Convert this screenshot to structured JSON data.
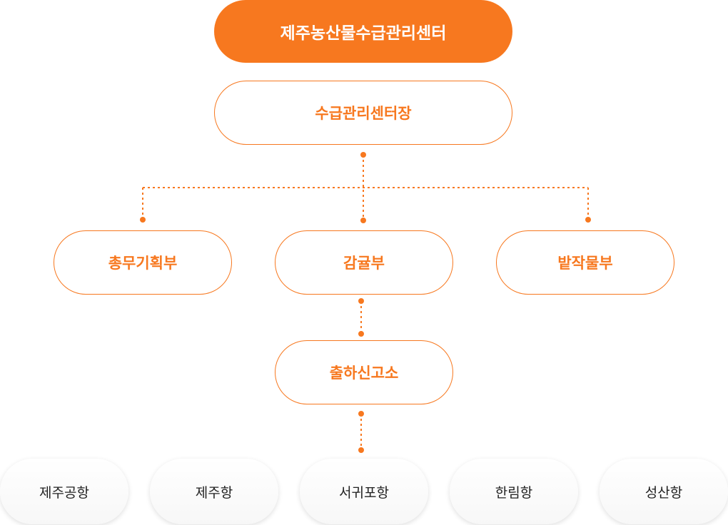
{
  "root": {
    "label": "제주농산물수급관리센터"
  },
  "head": {
    "label": "수급관리센터장"
  },
  "departments": [
    {
      "label": "총무기획부"
    },
    {
      "label": "감귤부"
    },
    {
      "label": "밭작물부"
    }
  ],
  "office": {
    "label": "출하신고소"
  },
  "ports": [
    {
      "label": "제주공항"
    },
    {
      "label": "제주항"
    },
    {
      "label": "서귀포항"
    },
    {
      "label": "한림항"
    },
    {
      "label": "성산항"
    }
  ],
  "colors": {
    "accent": "#f7781f",
    "port_text": "#222222"
  }
}
